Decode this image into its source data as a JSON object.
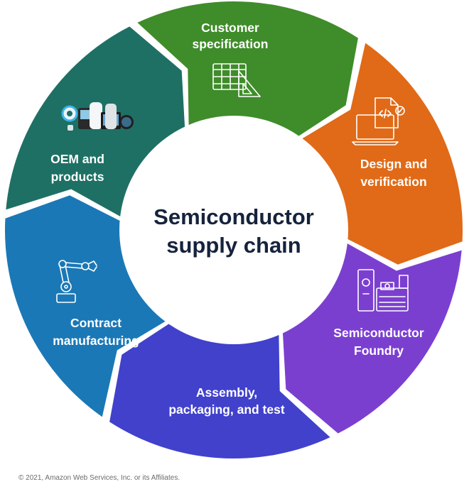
{
  "center": {
    "line1": "Semiconductor",
    "line2": "supply chain"
  },
  "segments": [
    {
      "line1": "Customer",
      "line2": "specification",
      "color": "#3f8c2a",
      "icon": "blueprint-ruler-icon"
    },
    {
      "line1": "Design and",
      "line2": "verification",
      "color": "#e06a17",
      "icon": "laptop-code-document-icon"
    },
    {
      "line1": "Semiconductor",
      "line2": "Foundry",
      "color": "#7b3fd0",
      "icon": "fab-equipment-icon"
    },
    {
      "line1": "Assembly,",
      "line2": "packaging, and test",
      "color": "#4141cc",
      "icon": ""
    },
    {
      "line1": "Contract",
      "line2": "manufacturing",
      "color": "#1b78b6",
      "icon": "robotic-arm-icon"
    },
    {
      "line1": "OEM and",
      "line2": "products",
      "color": "#1e7064",
      "icon": "smart-devices-icon"
    }
  ],
  "copyright": "© 2021, Amazon Web Services, Inc. or its Affiliates."
}
